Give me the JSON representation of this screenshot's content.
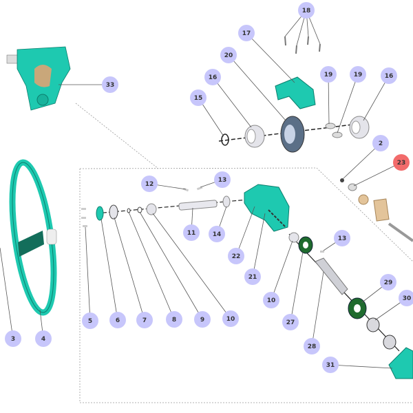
{
  "colors": {
    "callout_fill": "#c7c6fb",
    "callout_highlight": "#f26b6b",
    "part_teal": "#1ec9b0",
    "part_dark_green": "#1f6b2e",
    "part_tan": "#e3c49a",
    "part_grey": "#d9d9de",
    "leader": "#555555"
  },
  "callouts": [
    {
      "label": "18"
    },
    {
      "label": "17"
    },
    {
      "label": "20"
    },
    {
      "label": "16"
    },
    {
      "label": "15"
    },
    {
      "label": "19"
    },
    {
      "label": "19"
    },
    {
      "label": "16"
    },
    {
      "label": "33"
    },
    {
      "label": "2"
    },
    {
      "label": "23",
      "highlighted": true
    },
    {
      "label": "12"
    },
    {
      "label": "13"
    },
    {
      "label": "11"
    },
    {
      "label": "14"
    },
    {
      "label": "22"
    },
    {
      "label": "21"
    },
    {
      "label": "13"
    },
    {
      "label": "10"
    },
    {
      "label": "27"
    },
    {
      "label": "28"
    },
    {
      "label": "29"
    },
    {
      "label": "30"
    },
    {
      "label": "31"
    },
    {
      "label": "5"
    },
    {
      "label": "6"
    },
    {
      "label": "7"
    },
    {
      "label": "8"
    },
    {
      "label": "9"
    },
    {
      "label": "10"
    },
    {
      "label": "3"
    },
    {
      "label": "4"
    }
  ]
}
